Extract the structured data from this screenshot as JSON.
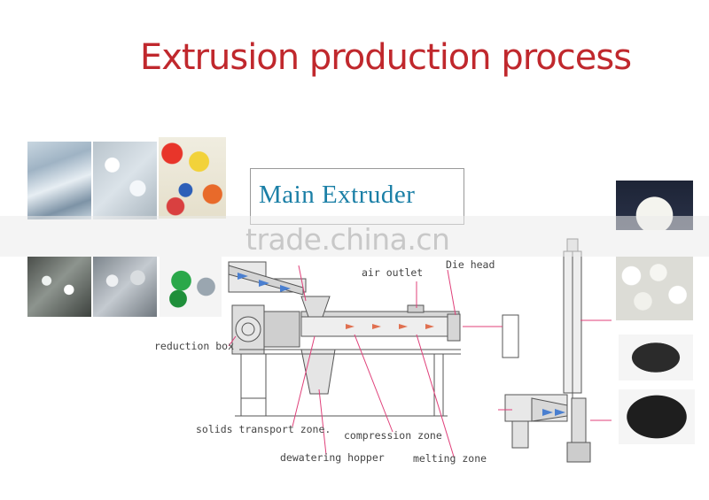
{
  "title": "Extrusion production process",
  "main_label": "Main Extruder",
  "watermark": "trade.china.cn",
  "labels": {
    "air_outlet": "air outlet",
    "die_head": "Die head",
    "reduction_box": "reduction box",
    "solids_transport": "solids transport zone.",
    "compression_zone": "compression zone",
    "dewatering_hopper": "dewatering hopper",
    "melting_zone": "melting zone"
  },
  "colors": {
    "title": "#c0282d",
    "main_label": "#1a7fa6",
    "callout_line": "#e0407a",
    "flow_arrow": "#4a7fd0",
    "melt_arrow": "#e07050"
  },
  "material_photos": [
    "shredded-film",
    "clear-flakes",
    "colored-flakes",
    "clear-regrind",
    "gray-regrind",
    "green-regrind",
    "white-pellets-small",
    "white-pellets-large",
    "black-granules",
    "black-granules-large"
  ]
}
